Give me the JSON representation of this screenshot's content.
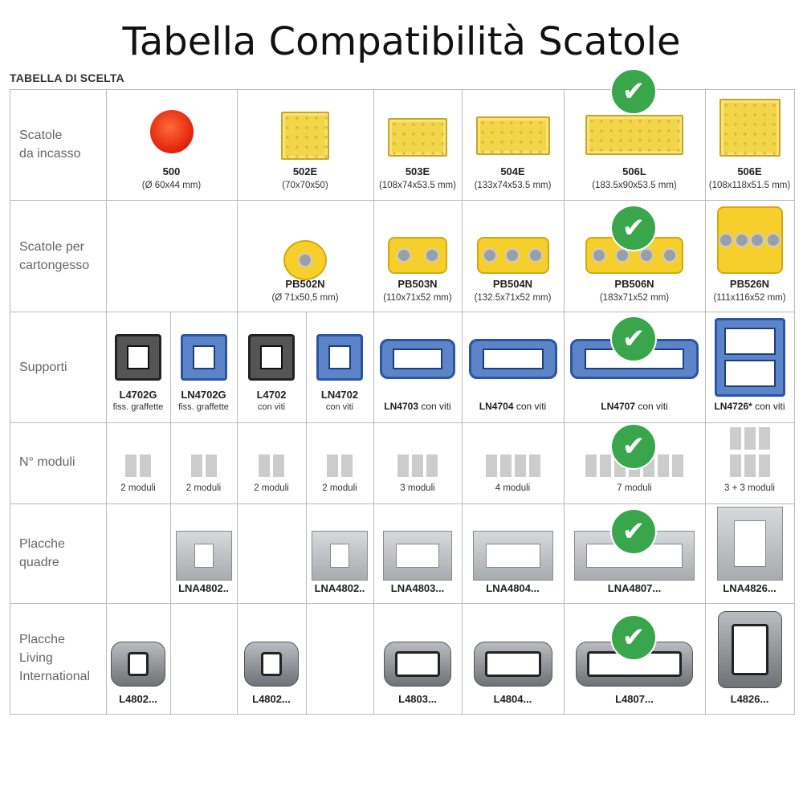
{
  "title": "Tabella Compatibilità Scatole",
  "subtitle": "TABELLA DI SCELTA",
  "rows": {
    "scatole": {
      "label": "Scatole\nda incasso",
      "items": [
        {
          "code": "500",
          "dims": "(Ø 60x44 mm)"
        },
        {
          "code": "502E",
          "dims": "(70x70x50)"
        },
        {
          "code": "503E",
          "dims": "(108x74x53.5 mm)"
        },
        {
          "code": "504E",
          "dims": "(133x74x53.5 mm)"
        },
        {
          "code": "506L",
          "dims": "(183.5x90x53.5 mm)"
        },
        {
          "code": "506E",
          "dims": "(108x118x51.5 mm)"
        }
      ]
    },
    "cartongesso": {
      "label": "Scatole per\ncartongesso",
      "items": [
        {
          "code": "PB502N",
          "dims": "(Ø 71x50,5 mm)"
        },
        {
          "code": "PB503N",
          "dims": "(110x71x52 mm)"
        },
        {
          "code": "PB504N",
          "dims": "(132.5x71x52 mm)"
        },
        {
          "code": "PB506N",
          "dims": "(183x71x52 mm)"
        },
        {
          "code": "PB526N",
          "dims": "(111x116x52 mm)"
        }
      ]
    },
    "supporti": {
      "label": "Supporti",
      "items": [
        {
          "code": "L4702G",
          "note": "fiss. graffette"
        },
        {
          "code": "LN4702G",
          "note": "fiss.  graffette"
        },
        {
          "code": "L4702",
          "note": "con viti"
        },
        {
          "code": "LN4702",
          "note": "con viti"
        },
        {
          "code": "LN4703",
          "note": "con viti"
        },
        {
          "code": "LN4704",
          "note": "con viti"
        },
        {
          "code": "LN4707",
          "note": "con viti"
        },
        {
          "code": "LN4726*",
          "note": "con viti"
        }
      ]
    },
    "moduli": {
      "label": "N° moduli",
      "items": [
        "2 moduli",
        "2 moduli",
        "2 moduli",
        "2 moduli",
        "3 moduli",
        "4 moduli",
        "7 moduli",
        "3 + 3 moduli"
      ]
    },
    "quadre": {
      "label": "Placche\nquadre",
      "items": [
        "LNA4802..",
        "LNA4802..",
        "LNA4803...",
        "LNA4804...",
        "LNA4807...",
        "LNA4826..."
      ]
    },
    "living": {
      "label": "Placche\nLiving\nInternational",
      "items": [
        "L4802...",
        "L4802...",
        "L4803...",
        "L4804...",
        "L4807...",
        "L4826..."
      ]
    }
  },
  "check_icon": "checkmark-icon",
  "check_symbol": "✔",
  "colors": {
    "check": "#3aa64b",
    "support_blue": "#2b55a3",
    "box_yellow": "#f3d54a"
  }
}
